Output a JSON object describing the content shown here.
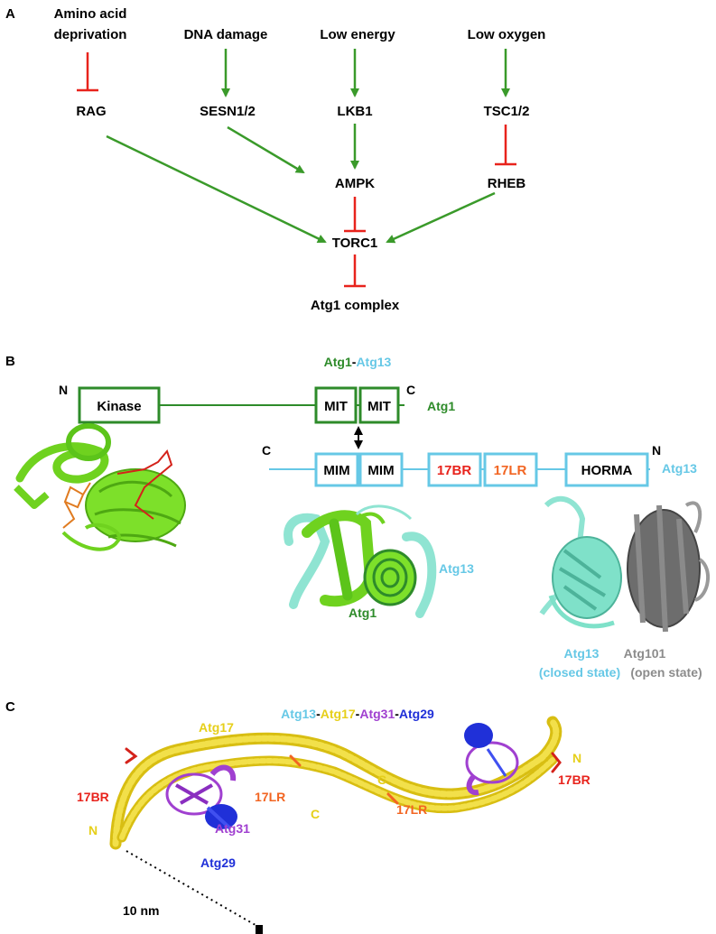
{
  "panel_a": {
    "label": "A",
    "signals": {
      "amino_line1": "Amino acid",
      "amino_line2": "deprivation",
      "dna": "DNA damage",
      "energy": "Low energy",
      "oxygen": "Low oxygen"
    },
    "nodes": {
      "rag": "RAG",
      "sesn": "SESN1/2",
      "lkb1": "LKB1",
      "tsc": "TSC1/2",
      "ampk": "AMPK",
      "rheb": "RHEB",
      "torc1": "TORC1",
      "atg1": "Atg1 complex"
    },
    "colors": {
      "activate": "#3a9a2a",
      "inhibit": "#e8231c"
    }
  },
  "panel_b": {
    "label": "B",
    "title_a": "Atg1",
    "title_sep": "-",
    "title_b": "Atg13",
    "atg1": {
      "n": "N",
      "c": "C",
      "name": "Atg1",
      "domains": [
        "Kinase",
        "MIT",
        "MIT"
      ],
      "color": "#2e8b2a"
    },
    "atg13": {
      "n": "N",
      "c": "C",
      "name": "Atg13",
      "domains": [
        "MIM",
        "MIM",
        "17BR",
        "17LR",
        "HORMA"
      ],
      "color": "#66c8e6"
    },
    "structure_labels": {
      "complex_atg13": "Atg13",
      "complex_atg1": "Atg1",
      "closed_name": "Atg13",
      "closed_state": "(closed state)",
      "open_name": "Atg101",
      "open_state": "(open state)"
    },
    "colors": {
      "red": "#e8231c",
      "orange": "#f26522",
      "grey": "#8c8c8c"
    }
  },
  "panel_c": {
    "label": "C",
    "title_parts": [
      "Atg13",
      "-",
      "Atg17",
      "-",
      "Atg31",
      "-",
      "Atg29"
    ],
    "labels": {
      "atg17": "Atg17",
      "br_left": "17BR",
      "n_left": "N",
      "lr_mid": "17LR",
      "atg31": "Atg31",
      "atg29": "Atg29",
      "c_upper": "C",
      "c_lower": "C",
      "lr_right": "17LR",
      "n_right": "N",
      "br_right": "17BR",
      "scale": "10 nm"
    },
    "colors": {
      "atg13": "#66c8e6",
      "atg17": "#e6cf1a",
      "atg31": "#a040d0",
      "atg29": "#2030d8"
    }
  }
}
